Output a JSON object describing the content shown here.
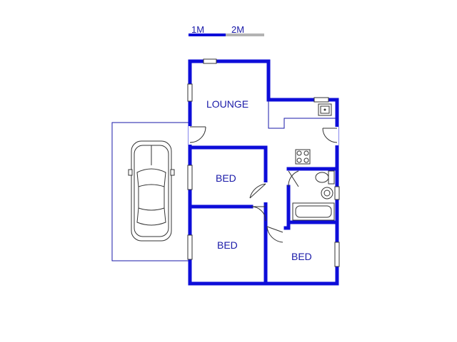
{
  "scale_bar": {
    "label_1": "1M",
    "label_2": "2M"
  },
  "rooms": {
    "lounge": "LOUNGE",
    "bed_1": "BED",
    "bed_2": "BED",
    "bed_3": "BED"
  },
  "colors": {
    "wall": "#0d0dd9",
    "label": "#1a1aa8",
    "scale_grey": "#b3b3b3"
  }
}
